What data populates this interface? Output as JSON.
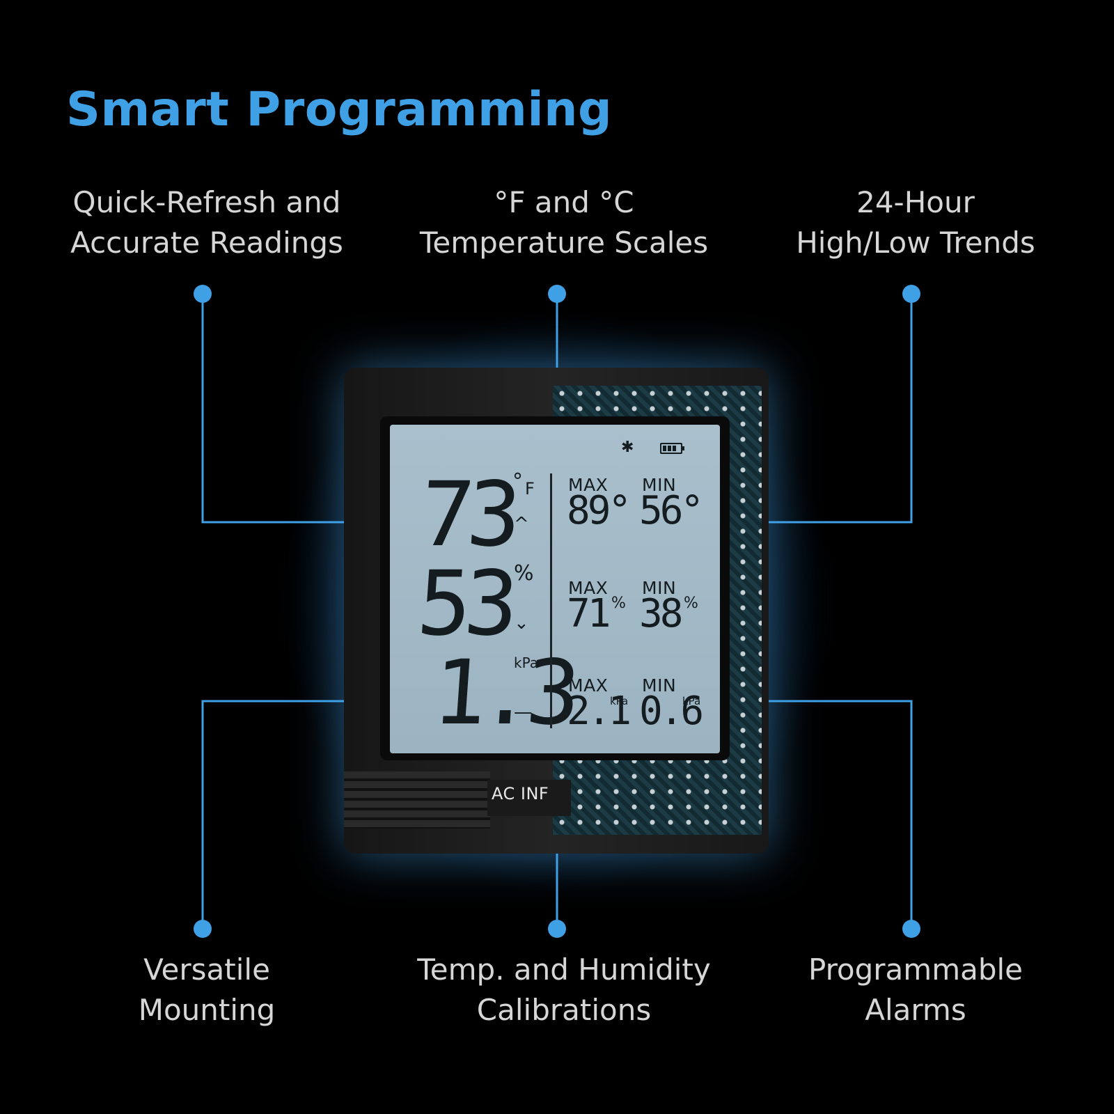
{
  "title": "Smart Programming",
  "features": {
    "top_left": [
      "Quick-Refresh and",
      "Accurate Readings"
    ],
    "top_center": [
      "°F and °C",
      "Temperature Scales"
    ],
    "top_right": [
      "24-Hour",
      "High/Low Trends"
    ],
    "bottom_left": [
      "Versatile",
      "Mounting"
    ],
    "bottom_center": [
      "Temp. and Humidity",
      "Calibrations"
    ],
    "bottom_right": [
      "Programmable",
      "Alarms"
    ]
  },
  "colors": {
    "accent": "#3fa0e6",
    "background": "#000000",
    "lcd": "#a3b9c7"
  },
  "display": {
    "icons": [
      "bluetooth-icon",
      "battery-icon"
    ],
    "temperature": {
      "value": "73",
      "unit_deg": "°",
      "unit": "F",
      "trend": "^"
    },
    "humidity": {
      "value": "53",
      "unit": "%",
      "trend": "⌄"
    },
    "vpd": {
      "value": "1.3",
      "unit": "kPa",
      "trend": "—"
    },
    "temp_max": {
      "label": "MAX",
      "value": "89°"
    },
    "temp_min": {
      "label": "MIN",
      "value": "56°"
    },
    "hum_max": {
      "label": "MAX",
      "value": "71",
      "unit": "%"
    },
    "hum_min": {
      "label": "MIN",
      "value": "38",
      "unit": "%"
    },
    "vpd_max": {
      "label": "MAX",
      "value": "2.1",
      "unit": "kPa"
    },
    "vpd_min": {
      "label": "MIN",
      "value": "0.6",
      "unit": "kPa"
    }
  },
  "brand": "AC INF"
}
